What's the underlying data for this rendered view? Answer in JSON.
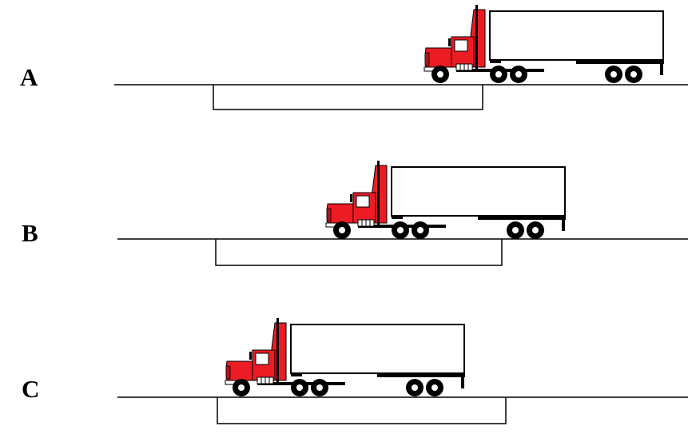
{
  "panels": [
    {
      "label": "A"
    },
    {
      "label": "B"
    },
    {
      "label": "C"
    }
  ],
  "colors": {
    "cab": "#ec1c24",
    "cab_shadow": "#b5121a",
    "line": "#000000",
    "trailer_fill": "#ffffff",
    "wheel": "#000000",
    "hub": "#ffffff"
  }
}
